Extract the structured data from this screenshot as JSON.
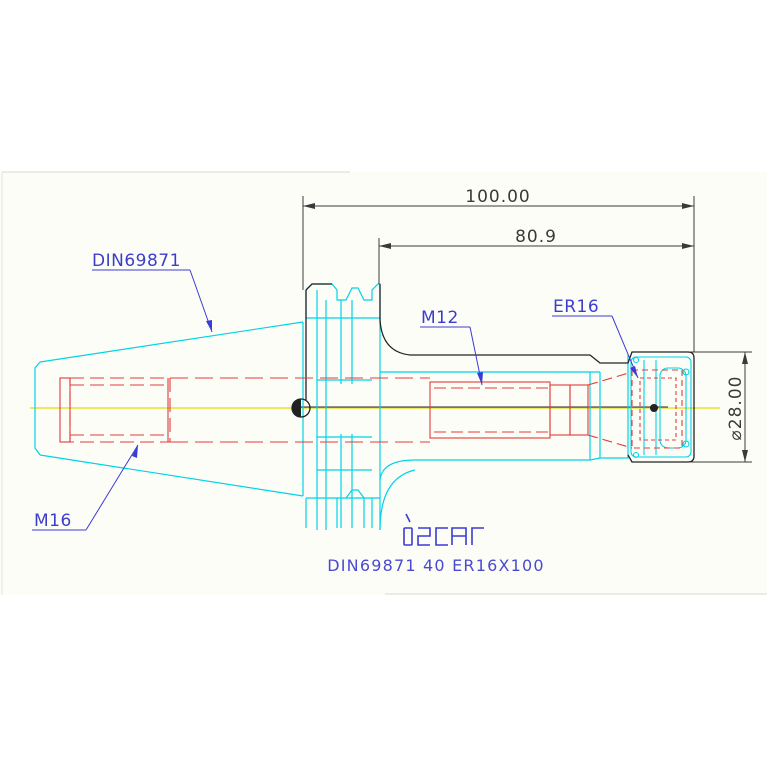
{
  "drawing": {
    "dimensions": {
      "overall_length": "100.00",
      "gauge_length": "80.9",
      "diameter": "⌀28.00"
    },
    "callouts": {
      "taper": "DIN69871",
      "thread_rear": "M16",
      "thread_pullstud": "M12",
      "collet": "ER16"
    },
    "logo_text": "iscar",
    "part_designation": "DIN69871 40 ER16X100",
    "colors": {
      "outline": "#00d4e6",
      "hidden": "#e23b3b",
      "dimension": "#3a3a3a",
      "callout": "#3b3bd6",
      "centerline": "#e0d800"
    }
  }
}
